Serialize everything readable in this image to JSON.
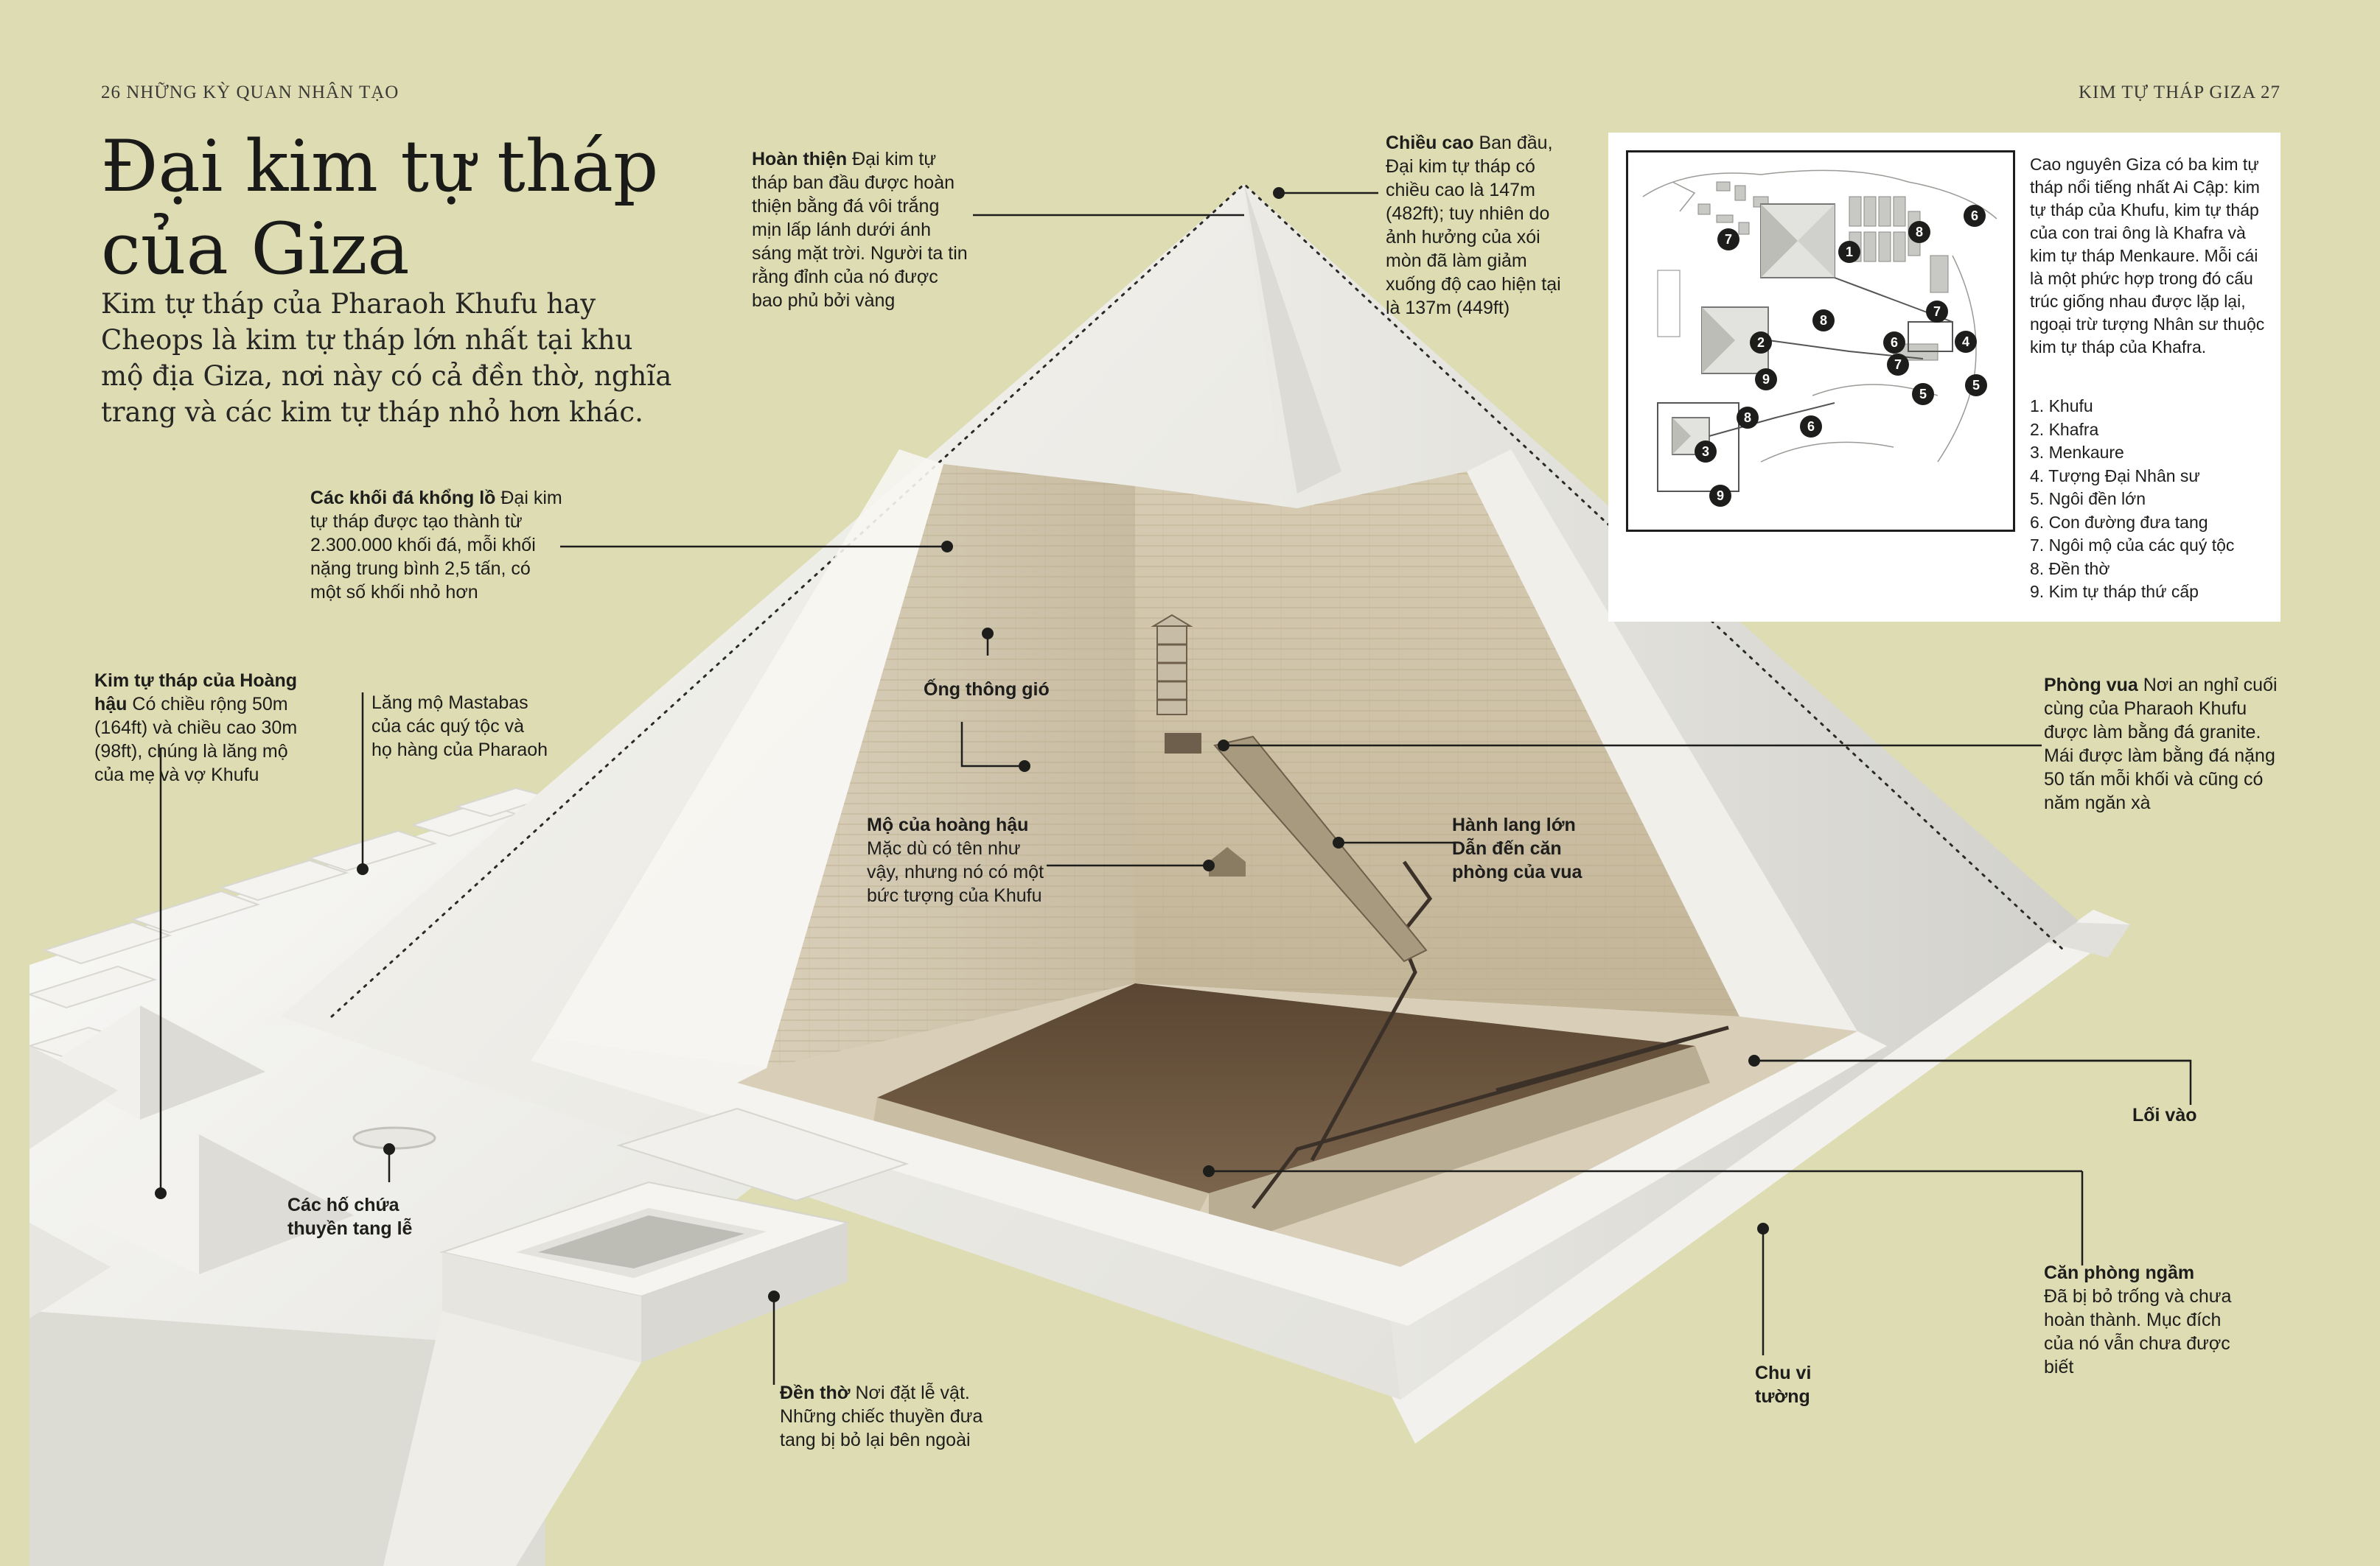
{
  "header": {
    "left_folio": "26 NHỮNG KỲ QUAN NHÂN TẠO",
    "right_folio": "KIM TỰ THÁP GIZA 27"
  },
  "title": {
    "line1": "Đại kim tự tháp",
    "line2": "của Giza"
  },
  "intro": "Kim tự tháp của Pharaoh Khufu hay Cheops là kim tự tháp lớn nhất tại khu mộ địa Giza, nơi này có cả đền thờ, nghĩa trang và các kim tự tháp nhỏ hơn khác.",
  "callouts": {
    "hoan_thien": {
      "head": "Hoàn thiện",
      "text": "Đại kim tự tháp ban đầu được hoàn thiện bằng đá vôi trắng mịn lấp lánh dưới ánh sáng mặt trời. Người ta tin rằng đỉnh của nó được bao phủ bởi vàng"
    },
    "chieu_cao": {
      "head": "Chiều cao",
      "text": "Ban đầu, Đại kim tự tháp có chiều cao là 147m (482ft); tuy nhiên do ảnh hưởng của xói mòn đã làm giảm xuống độ cao hiện tại là 137m (449ft)"
    },
    "khoi_da": {
      "head": "Các khối đá khổng lồ",
      "text": "Đại kim tự tháp được tạo thành từ 2.300.000 khối đá, mỗi khối nặng trung bình 2,5 tấn, có một số khối nhỏ hơn"
    },
    "hoang_hau": {
      "head": "Kim tự tháp của Hoàng hậu",
      "text": "Có chiều rộng 50m (164ft) và chiều cao 30m (98ft), chúng là lăng mộ của mẹ và vợ Khufu"
    },
    "mastabas": {
      "text": "Lăng mộ Mastabas của các quý tộc và họ hàng của Pharaoh"
    },
    "ong_thong_gio": {
      "head": "Ống thông gió"
    },
    "mo_hoang_hau": {
      "head": "Mộ của hoàng hậu",
      "text": "Mặc dù có tên như vậy, nhưng nó có một bức tượng của Khufu"
    },
    "hanh_lang": {
      "head": "Hành lang lớn Dẫn đến căn phòng của vua"
    },
    "phong_vua": {
      "head": "Phòng vua",
      "text": "Nơi an nghỉ cuối cùng của Pharaoh Khufu được làm bằng đá granite. Mái được làm bằng đá nặng 50 tấn mỗi khối và cũng có năm ngăn xà"
    },
    "loi_vao": {
      "head": "Lối vào"
    },
    "ho_thuyen": {
      "head": "Các hố chứa thuyền tang lễ"
    },
    "den_tho": {
      "head": "Đền thờ",
      "text": "Nơi đặt lễ vật. Những chiếc thuyền đưa tang bị bỏ lại bên ngoài"
    },
    "chu_vi": {
      "head": "Chu vi tường"
    },
    "phong_ngam": {
      "head": "Căn phòng ngầm",
      "text": "Đã bị bỏ trống và chưa hoàn thành. Mục đích của nó vẫn chưa được biết"
    }
  },
  "map": {
    "description": "Cao nguyên Giza có ba kim tự tháp nổi tiếng nhất Ai Cập: kim tự tháp của Khufu, kim tự tháp của con trai ông là Khafra và kim tự tháp Menkaure. Mỗi cái là một phức hợp trong đó cấu trúc giống nhau được lặp lại, ngoại trừ tượng Nhân sư thuộc kim tự tháp của Khafra.",
    "legend": [
      "1. Khufu",
      "2. Khafra",
      "3. Menkaure",
      "4. Tượng Đại Nhân sư",
      "5. Ngôi đền lớn",
      "6. Con đường đưa tang",
      "7. Ngôi mộ của các quý tộc",
      "8. Đền thờ",
      "9. Kim tự tháp thứ cấp"
    ],
    "markers": [
      "7",
      "1",
      "8",
      "6",
      "2",
      "8",
      "6",
      "7",
      "4",
      "9",
      "7",
      "5",
      "5",
      "8",
      "6",
      "3",
      "9"
    ]
  }
}
